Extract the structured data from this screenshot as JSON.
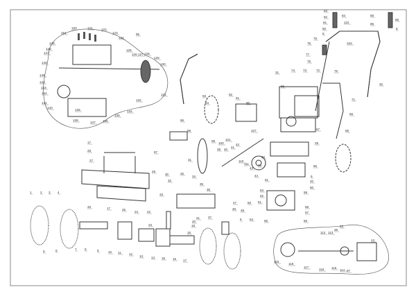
{
  "diagram": {
    "type": "exploded-parts-drawing",
    "line_color": "#333333",
    "background": "#ffffff",
    "callouts": [
      "120",
      "121",
      "122",
      "123",
      "124",
      "95",
      "151",
      "149",
      "148",
      "147",
      "146",
      "145",
      "144",
      "143",
      "142",
      "141",
      "140",
      "139",
      "138",
      "137",
      "136",
      "135",
      "134",
      "132",
      "125",
      "126",
      "127",
      "128",
      "129",
      "130",
      "131",
      "83",
      "84",
      "82",
      "81",
      "110",
      "80",
      "8",
      "153",
      "79",
      "78",
      "77",
      "76",
      "58",
      "85",
      "88",
      "8",
      "31",
      "74",
      "73",
      "72",
      "75",
      "66",
      "71",
      "69",
      "32",
      "67",
      "68",
      "17",
      "28",
      "27",
      "97",
      "31",
      "29",
      "30",
      "25",
      "32",
      "34",
      "1",
      "2",
      "3",
      "4",
      "26",
      "17",
      "25",
      "24",
      "33",
      "35",
      "36",
      "21",
      "37",
      "22",
      "23",
      "20",
      "19",
      "18",
      "5",
      "6",
      "7",
      "8",
      "9",
      "10",
      "11",
      "12",
      "13",
      "14",
      "15",
      "16",
      "17",
      "39",
      "40",
      "41",
      "42",
      "43",
      "44",
      "110",
      "111",
      "45",
      "46",
      "53",
      "52",
      "51",
      "50",
      "47",
      "48",
      "49",
      "9",
      "54",
      "55",
      "56",
      "57",
      "58",
      "59",
      "60",
      "20",
      "9",
      "61",
      "65",
      "29",
      "13",
      "112",
      "113",
      "39",
      "63",
      "119",
      "118",
      "117",
      "116",
      "115",
      "114",
      "87",
      "93",
      "94",
      "92",
      "91",
      "90",
      "96",
      "98",
      "99",
      "100",
      "101",
      "107"
    ]
  }
}
